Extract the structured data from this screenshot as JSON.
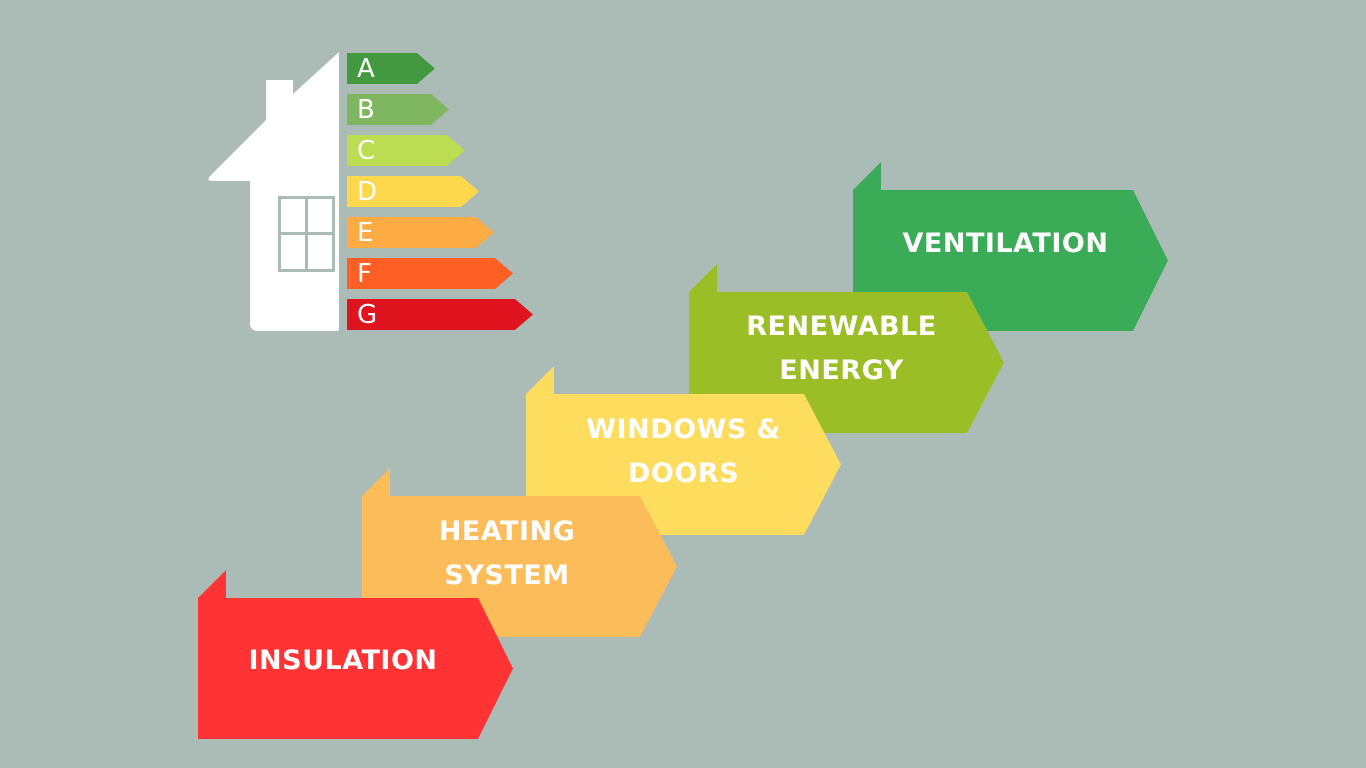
{
  "background_color": "#abbbb5",
  "house": {
    "color": "#ffffff",
    "ratings": [
      {
        "letter": "A",
        "color": "#43993f"
      },
      {
        "letter": "B",
        "color": "#7fb660"
      },
      {
        "letter": "C",
        "color": "#bcdc52"
      },
      {
        "letter": "D",
        "color": "#fed84c"
      },
      {
        "letter": "E",
        "color": "#fdab42"
      },
      {
        "letter": "F",
        "color": "#fd5f25"
      },
      {
        "letter": "G",
        "color": "#e0141e"
      }
    ]
  },
  "steps": [
    {
      "label": "INSULATION",
      "color": "#ff3333",
      "tab_color": "#ff3333"
    },
    {
      "label": "HEATING\nSYSTEM",
      "color": "#fcbc5a",
      "tab_color": "#fcbc5a"
    },
    {
      "label": "WINDOWS &\nDOORS",
      "color": "#fedd5e",
      "tab_color": "#fedd5e"
    },
    {
      "label": "RENEWABLE\nENERGY",
      "color": "#9bbe27",
      "tab_color": "#9bbe27"
    },
    {
      "label": "VENTILATION",
      "color": "#3aab57",
      "tab_color": "#3aab57"
    }
  ]
}
